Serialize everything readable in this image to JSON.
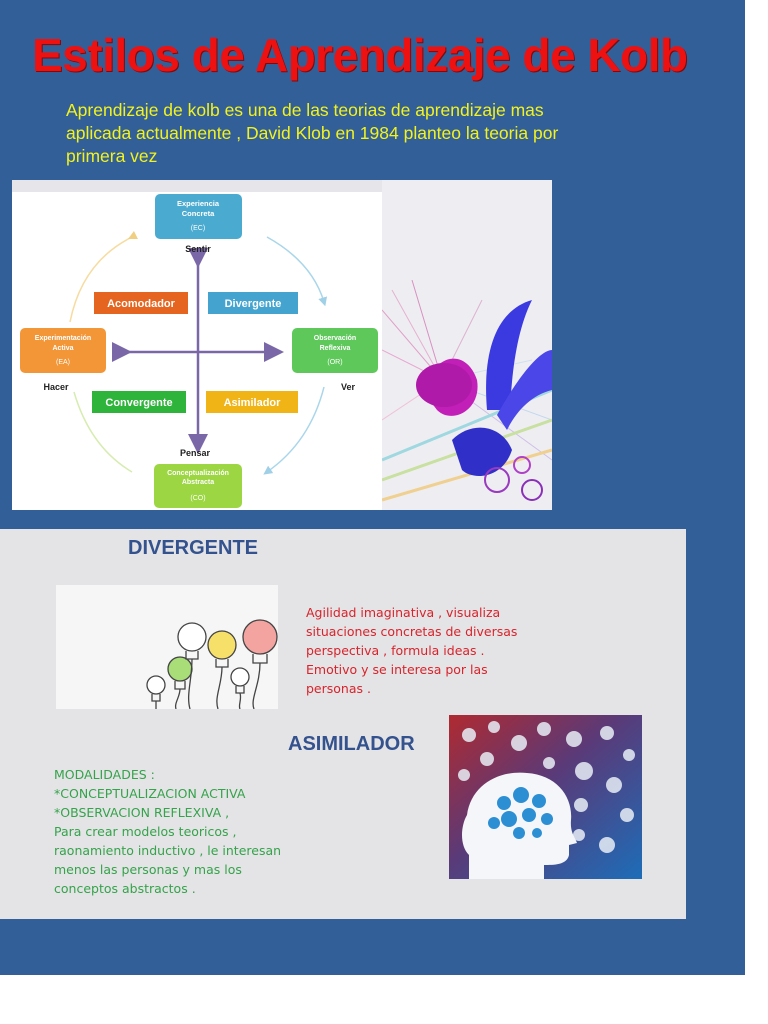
{
  "title": "Estilos de Aprendizaje de Kolb",
  "intro": [
    "Aprendizaje de kolb es una de las teorias  de aprendizaje mas",
    "aplicada actualmente , David Klob en 1984 planteo la teoria por",
    "primera vez"
  ],
  "diagram": {
    "ec": [
      "Experiencia",
      "Concreta",
      "(EC)"
    ],
    "ea": [
      "Experimentación",
      "Activa",
      "(EA)"
    ],
    "or": [
      "Observación",
      "Reflexiva",
      "(OR)"
    ],
    "co": [
      "Conceptualización",
      "Abstracta",
      "(CO)"
    ],
    "sentir": "Sentir",
    "hacer": "Hacer",
    "ver": "Ver",
    "pensar": "Pensar",
    "acomodador": "Acomodador",
    "divergente": "Divergente",
    "convergente": "Convergente",
    "asimilador": "Asimilador"
  },
  "colors": {
    "ec": "#4aaad0",
    "ea": "#f29637",
    "or": "#5ec95a",
    "co": "#9cd642",
    "acomodador": "#e5641f",
    "divergente": "#44a4cf",
    "convergente": "#2eb33b",
    "asimilador": "#f0b417",
    "axis": "#7a67a8"
  },
  "divergente": {
    "heading": "DIVERGENTE",
    "text": [
      "Agilidad imaginativa , visualiza",
      "situaciones concretas de diversas",
      "perspectiva , formula ideas .",
      "Emotivo y se interesa por las",
      "personas ."
    ]
  },
  "asimilador": {
    "heading": "ASIMILADOR",
    "text": [
      "MODALIDADES :",
      "*CONCEPTUALIZACION ACTIVA",
      "*OBSERVACION REFLEXIVA ,",
      "Para crear modelos teoricos ,",
      "raonamiento inductivo , le interesan",
      "menos las personas y mas los",
      "conceptos abstractos ."
    ]
  }
}
